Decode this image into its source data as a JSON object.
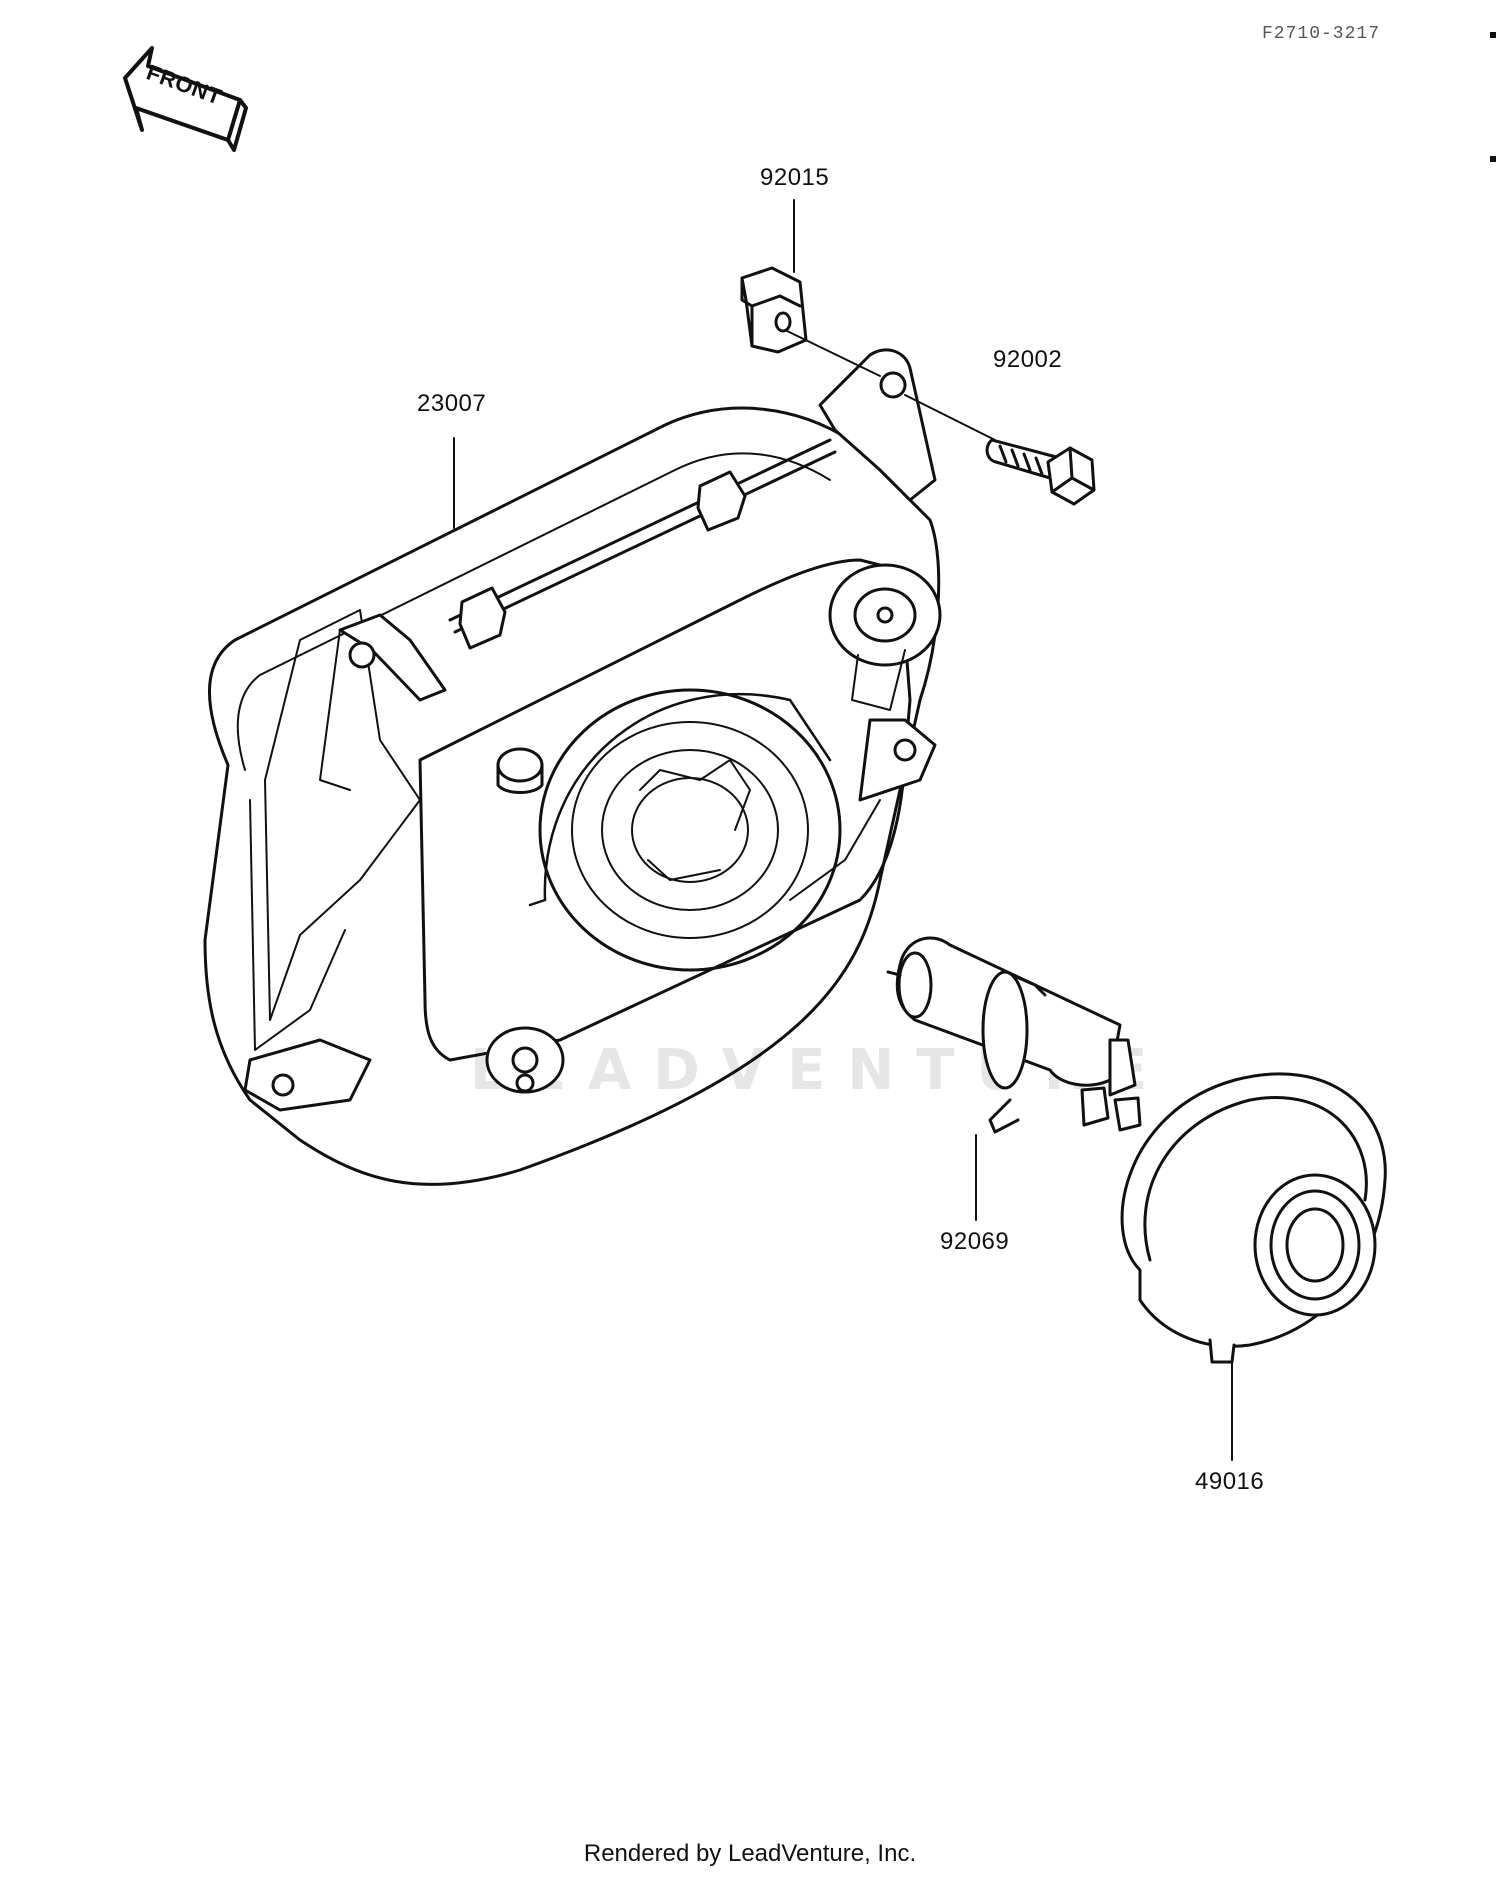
{
  "figure_code": "F2710-3217",
  "front_label": "FRONT",
  "parts": {
    "p92015": "92015",
    "p92002": "92002",
    "p23007": "23007",
    "p92069": "92069",
    "p49016": "49016"
  },
  "watermark": "LEADVENTURE",
  "footer": "Rendered by LeadVenture, Inc."
}
